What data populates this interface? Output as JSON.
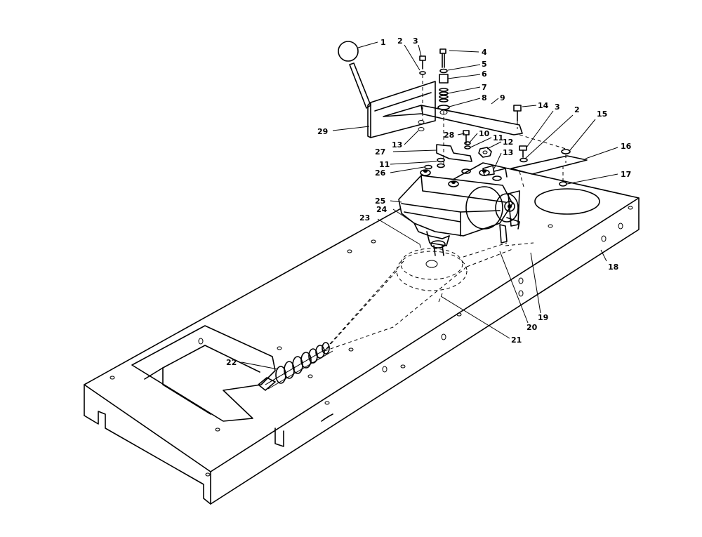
{
  "callouts": [
    {
      "n": "1"
    },
    {
      "n": "2"
    },
    {
      "n": "3"
    },
    {
      "n": "4"
    },
    {
      "n": "5"
    },
    {
      "n": "6"
    },
    {
      "n": "7"
    },
    {
      "n": "8"
    },
    {
      "n": "9"
    },
    {
      "n": "14"
    },
    {
      "n": "3"
    },
    {
      "n": "2"
    },
    {
      "n": "15"
    },
    {
      "n": "16"
    },
    {
      "n": "17"
    },
    {
      "n": "29"
    },
    {
      "n": "13"
    },
    {
      "n": "28"
    },
    {
      "n": "10"
    },
    {
      "n": "11"
    },
    {
      "n": "27"
    },
    {
      "n": "12"
    },
    {
      "n": "13"
    },
    {
      "n": "11"
    },
    {
      "n": "26"
    },
    {
      "n": "25"
    },
    {
      "n": "24"
    },
    {
      "n": "23"
    },
    {
      "n": "18"
    },
    {
      "n": "19"
    },
    {
      "n": "20"
    },
    {
      "n": "21"
    },
    {
      "n": "22"
    }
  ]
}
